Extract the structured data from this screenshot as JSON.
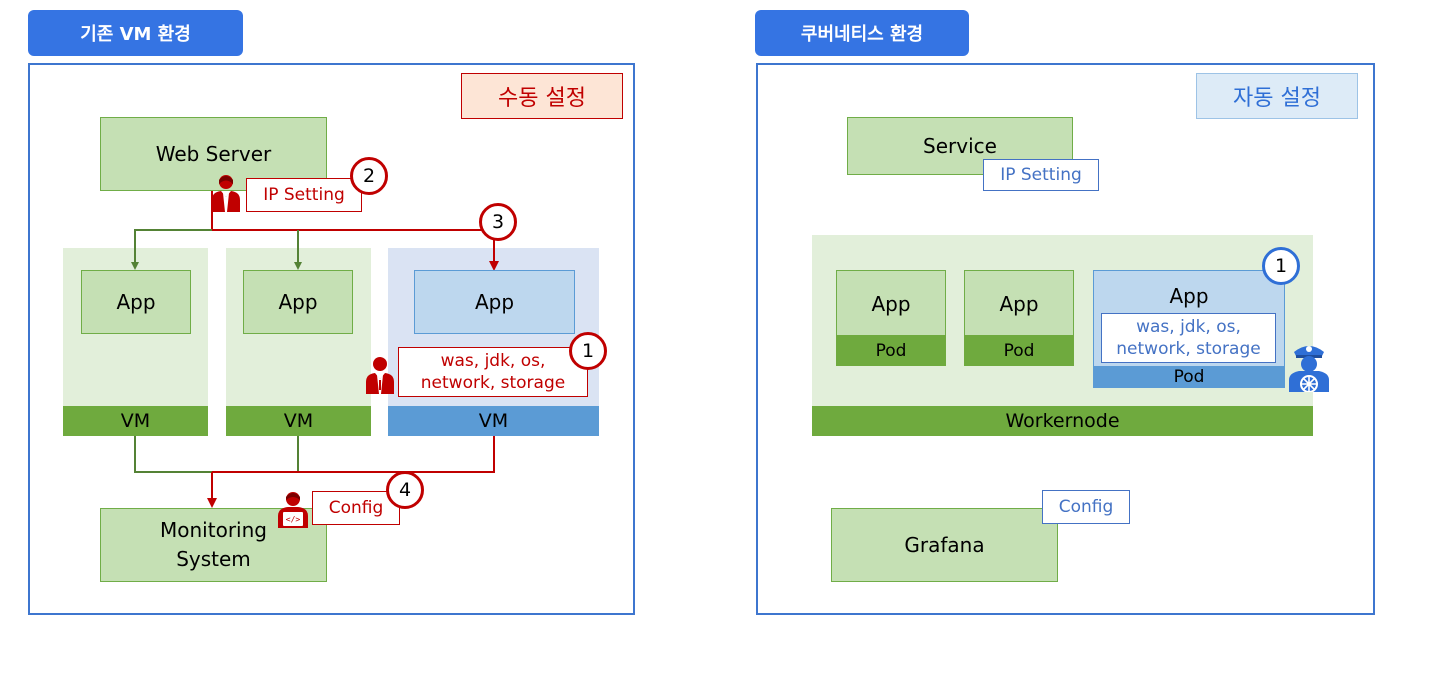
{
  "left": {
    "title": "기존 VM 환경",
    "mode": "수동 설정",
    "web_server": "Web Server",
    "ip_setting": "IP Setting",
    "apps": [
      "App",
      "App",
      "App"
    ],
    "vms": [
      "VM",
      "VM",
      "VM"
    ],
    "deps_line1": "was, jdk, os,",
    "deps_line2": "network, storage",
    "monitoring_line1": "Monitoring",
    "monitoring_line2": "System",
    "config": "Config",
    "steps": [
      "1",
      "2",
      "3",
      "4"
    ]
  },
  "right": {
    "title": "쿠버네티스 환경",
    "mode": "자동 설정",
    "service": "Service",
    "ip_setting": "IP Setting",
    "apps": [
      "App",
      "App",
      "App"
    ],
    "pods": [
      "Pod",
      "Pod",
      "Pod"
    ],
    "deps_line1": "was, jdk, os,",
    "deps_line2": "network, storage",
    "workernode": "Workernode",
    "grafana": "Grafana",
    "config": "Config",
    "step": "1"
  },
  "colors": {
    "manual": "#C00000",
    "auto": "#2F6FD6",
    "green_line": "#548235",
    "title_tab": "#3574E3"
  },
  "icons": [
    "person-icon",
    "operator-icon",
    "developer-icon",
    "captain-icon"
  ]
}
